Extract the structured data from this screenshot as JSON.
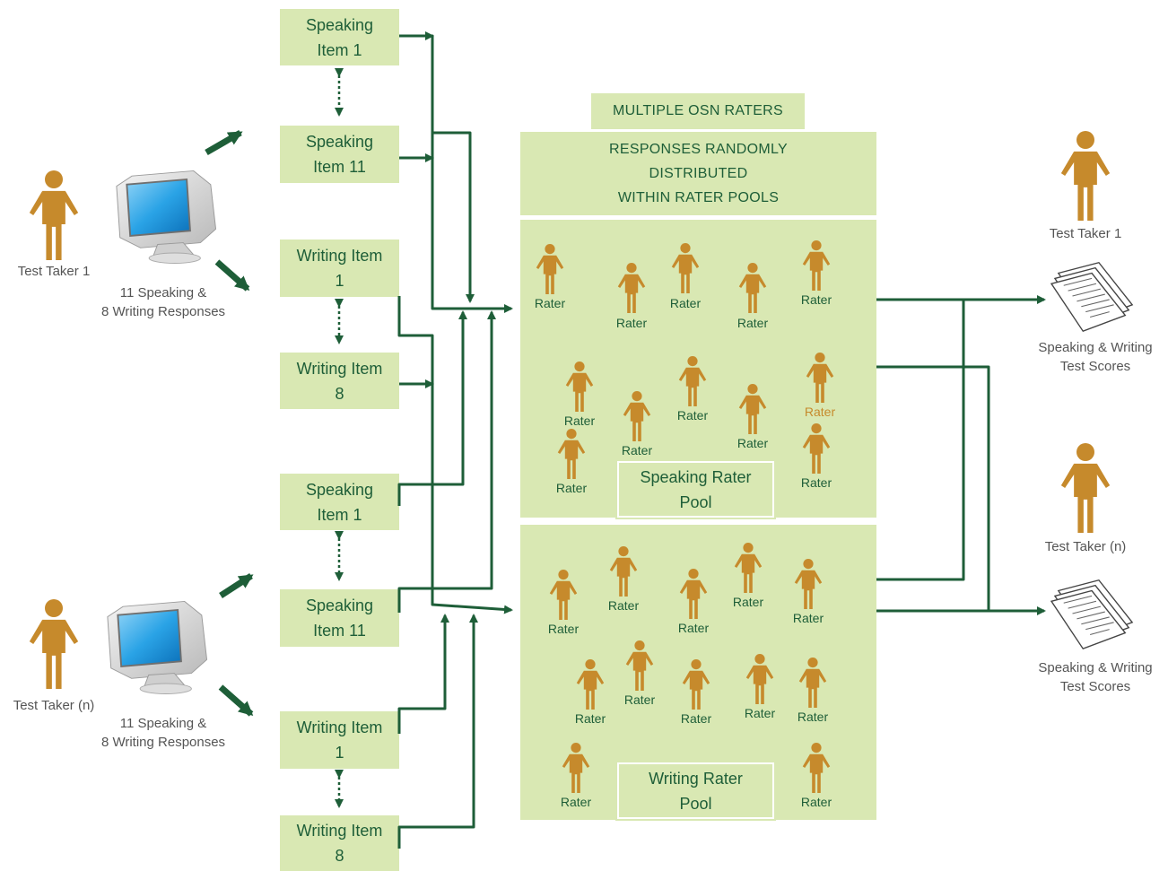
{
  "colors": {
    "box": "#d9e8b3",
    "arrow": "#1e5e38",
    "person": "#c68a2c",
    "text": "#1e5e38"
  },
  "test_takers": {
    "left_1": "Test Taker 1",
    "left_n": "Test Taker (n)",
    "responses_1": [
      "11 Speaking &",
      "8 Writing Responses"
    ],
    "responses_n": [
      "11 Speaking &",
      "8 Writing Responses"
    ],
    "right_1": "Test Taker 1",
    "right_n": "Test Taker (n)"
  },
  "items": {
    "group1": [
      {
        "line1": "Speaking",
        "line2": "Item 1"
      },
      {
        "line1": "Speaking",
        "line2": "Item 11"
      },
      {
        "line1": "Writing Item",
        "line2": "1"
      },
      {
        "line1": "Writing Item",
        "line2": "8"
      }
    ],
    "group2": [
      {
        "line1": "Speaking",
        "line2": "Item 1"
      },
      {
        "line1": "Speaking",
        "line2": "Item 11"
      },
      {
        "line1": "Writing Item",
        "line2": "1"
      },
      {
        "line1": "Writing Item",
        "line2": "8"
      }
    ]
  },
  "headers": {
    "raters": "MULTIPLE OSN RATERS",
    "distribution": [
      "RESPONSES RANDOMLY",
      "DISTRIBUTED",
      "WITHIN RATER POOLS"
    ]
  },
  "pools": {
    "speaking": [
      "Speaking Rater",
      "Pool"
    ],
    "writing": [
      "Writing Rater",
      "Pool"
    ],
    "rater_label": "Rater"
  },
  "scores": {
    "s1": [
      "Speaking & Writing",
      "Test Scores"
    ],
    "s2": [
      "Speaking & Writing",
      "Test Scores"
    ]
  }
}
